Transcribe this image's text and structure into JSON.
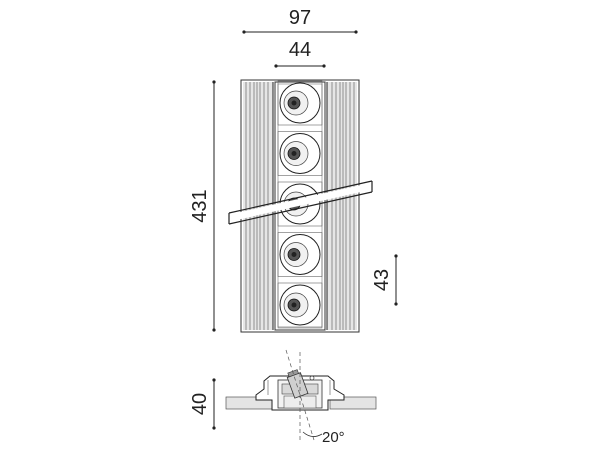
{
  "dimensions": {
    "overall_width": "97",
    "inner_width": "44",
    "overall_length": "431",
    "module_pitch": "43",
    "recessed_depth": "40",
    "tilt_angle": "20°"
  },
  "lamp_count": 5
}
